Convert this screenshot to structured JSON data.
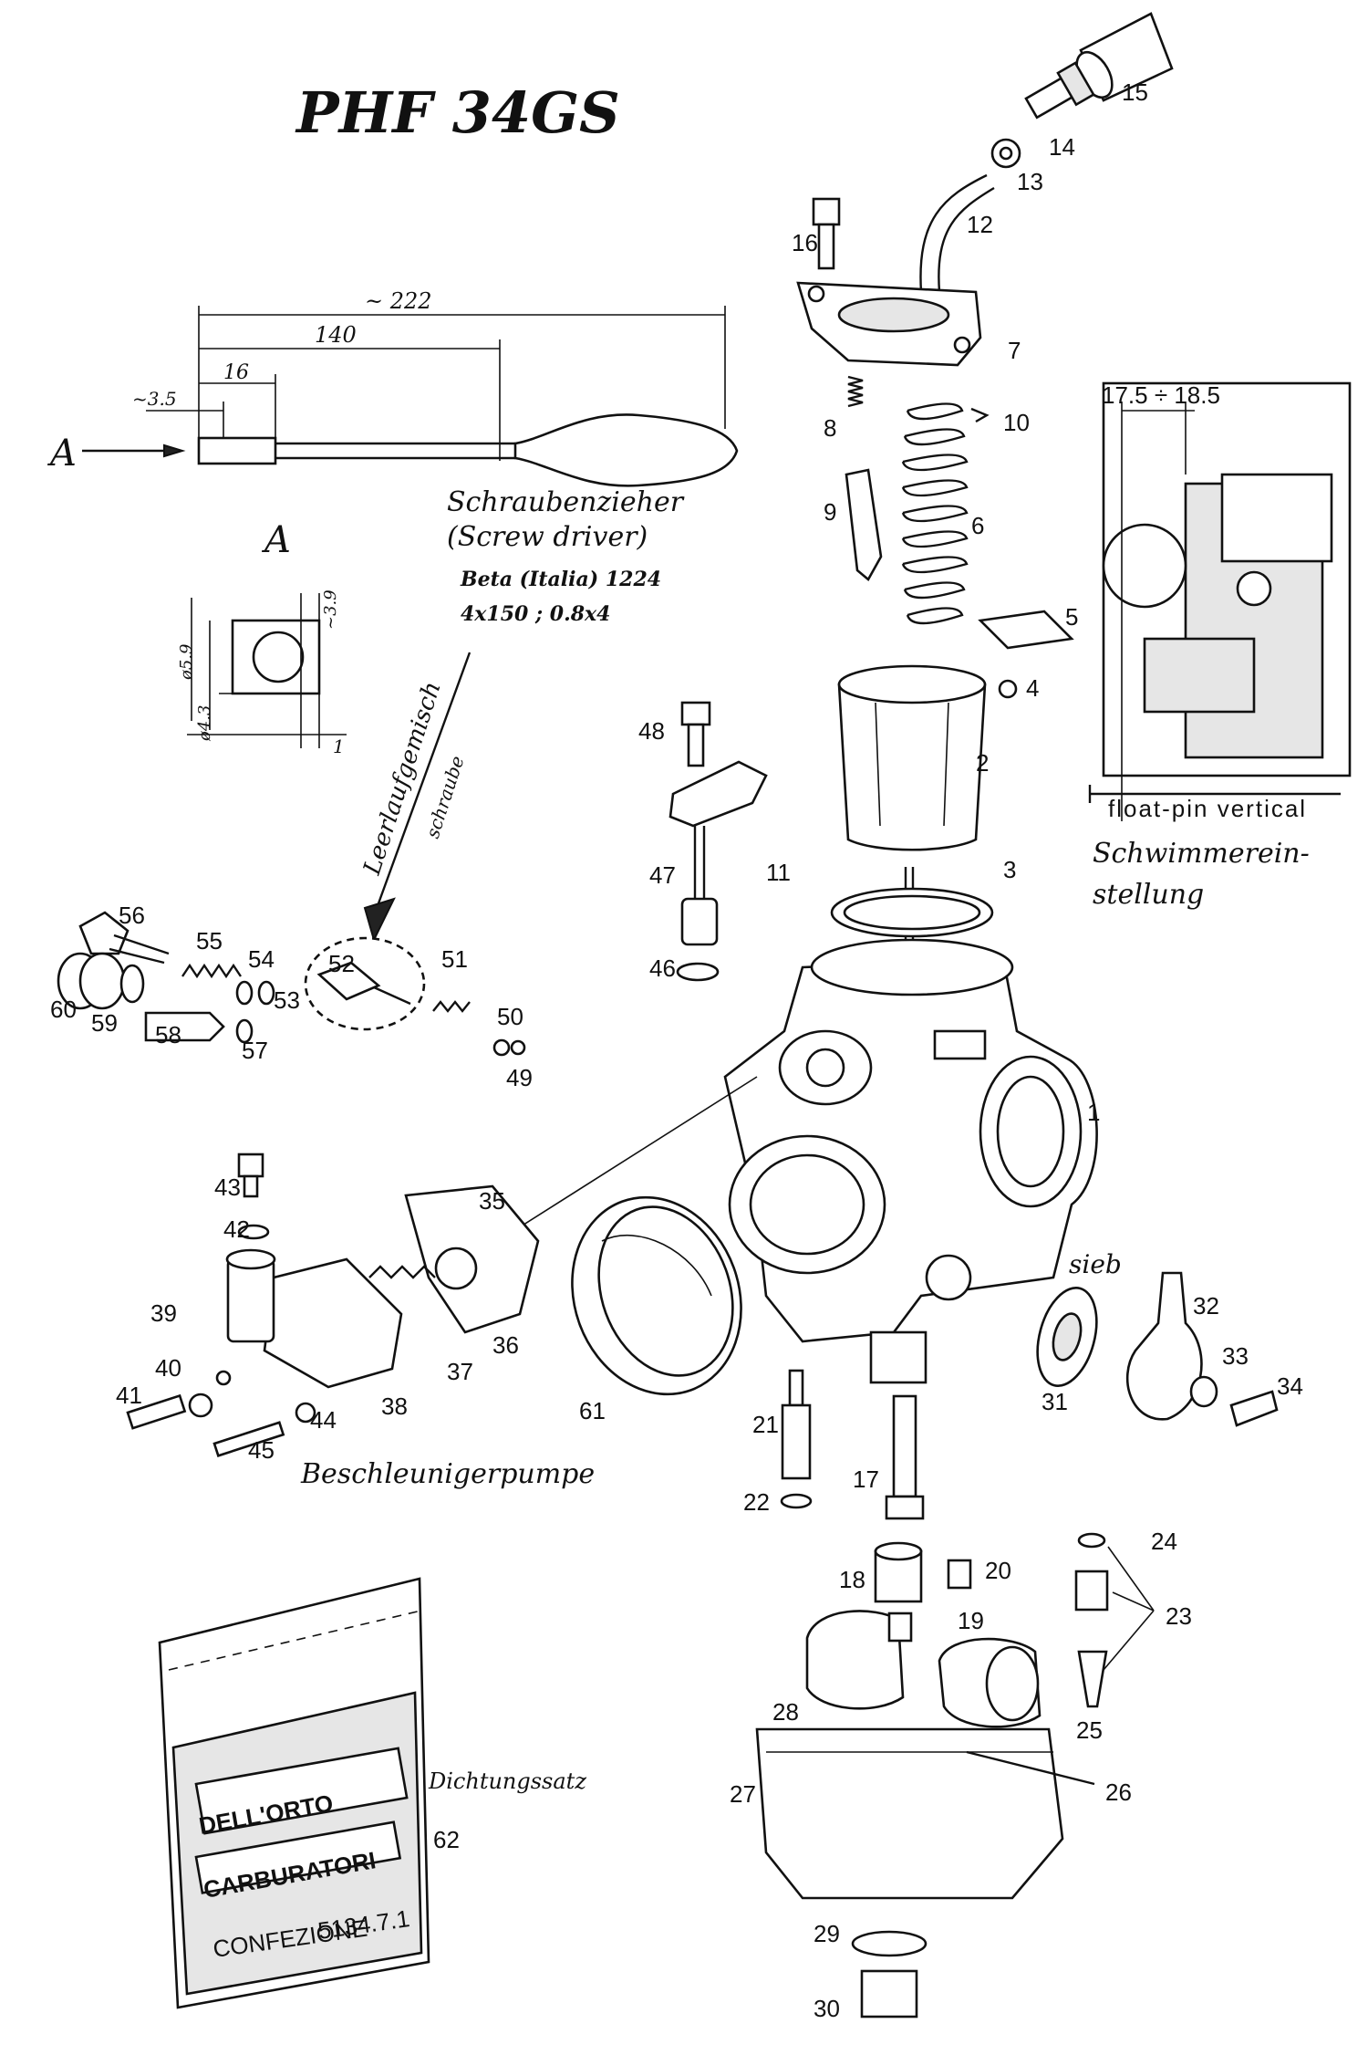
{
  "title": "PHF 34GS",
  "tool": {
    "dim_total": "~ 222",
    "dim_140": "140",
    "dim_16": "16",
    "dim_35": "~3.5",
    "arrow_label": "A",
    "view_label": "A",
    "name_de": "Schraubenzieher",
    "name_en": "(Screw driver)",
    "brand": "Beta (Italia) 1224",
    "spec": "4x150 ; 0.8x4",
    "dim_59": "ø5.9",
    "dim_43": "ø4.3",
    "dim_39": "~3.9",
    "dim_1": "1"
  },
  "notes": {
    "idle_screw_1": "Leerlaufgemisch",
    "idle_screw_2": "schraube",
    "float_dim": "17.5 ÷ 18.5",
    "float_pin": "float-pin vertical",
    "float_setting_1": "Schwimmerein-",
    "float_setting_2": "stellung",
    "sieb": "sieb",
    "pump": "Beschleunigerpumpe",
    "gasket": "Dichtungssatz"
  },
  "bag": {
    "brand": "DELL'ORTO",
    "line1": "CARBURATORI",
    "line2": "CONFEZIONE",
    "code": "5134.7.1"
  },
  "parts": [
    "1",
    "2",
    "3",
    "4",
    "5",
    "6",
    "7",
    "8",
    "9",
    "10",
    "11",
    "12",
    "13",
    "14",
    "15",
    "16",
    "17",
    "18",
    "19",
    "20",
    "21",
    "22",
    "23",
    "24",
    "25",
    "26",
    "27",
    "28",
    "29",
    "30",
    "31",
    "32",
    "33",
    "34",
    "35",
    "36",
    "37",
    "38",
    "39",
    "40",
    "41",
    "42",
    "43",
    "44",
    "45",
    "46",
    "47",
    "48",
    "49",
    "50",
    "51",
    "52",
    "53",
    "54",
    "55",
    "56",
    "57",
    "58",
    "59",
    "60",
    "61",
    "62"
  ]
}
